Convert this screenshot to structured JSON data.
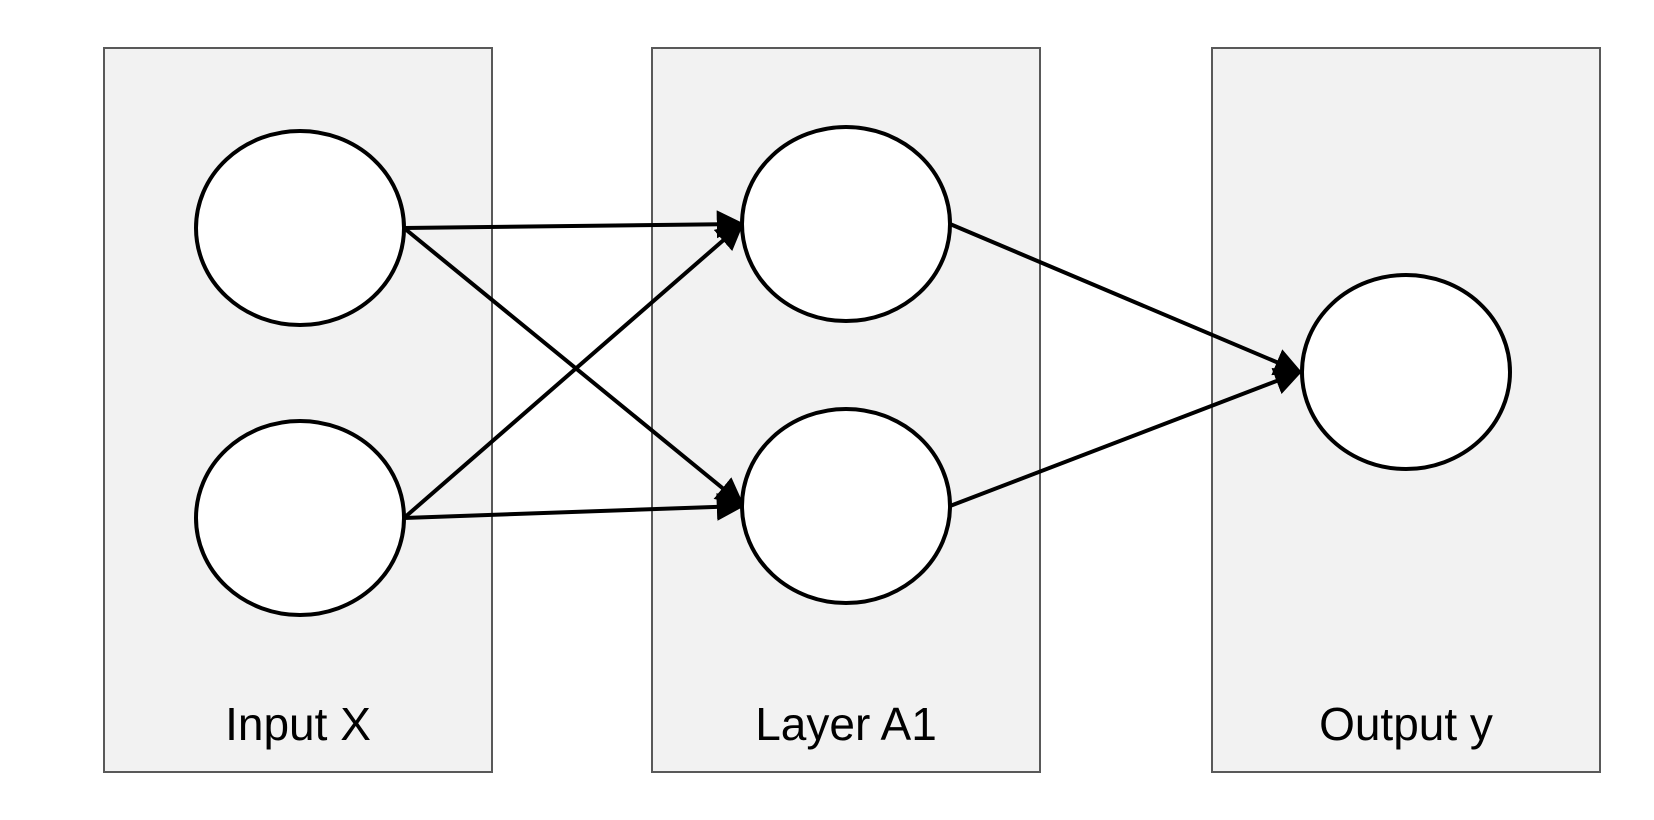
{
  "layers": [
    {
      "id": "input",
      "label": "Input X",
      "nodes": [
        "x1",
        "x2"
      ]
    },
    {
      "id": "hidden",
      "label": "Layer A1",
      "nodes": [
        "a1",
        "a2"
      ]
    },
    {
      "id": "output",
      "label": "Output y",
      "nodes": [
        "y"
      ]
    }
  ],
  "edges": [
    {
      "from": "x1",
      "to": "a1"
    },
    {
      "from": "x1",
      "to": "a2"
    },
    {
      "from": "x2",
      "to": "a1"
    },
    {
      "from": "x2",
      "to": "a2"
    },
    {
      "from": "a1",
      "to": "y"
    },
    {
      "from": "a2",
      "to": "y"
    }
  ],
  "colors": {
    "box_fill": "#f2f2f2",
    "box_stroke": "#595959",
    "node_stroke": "#000000",
    "edge": "#000000"
  }
}
